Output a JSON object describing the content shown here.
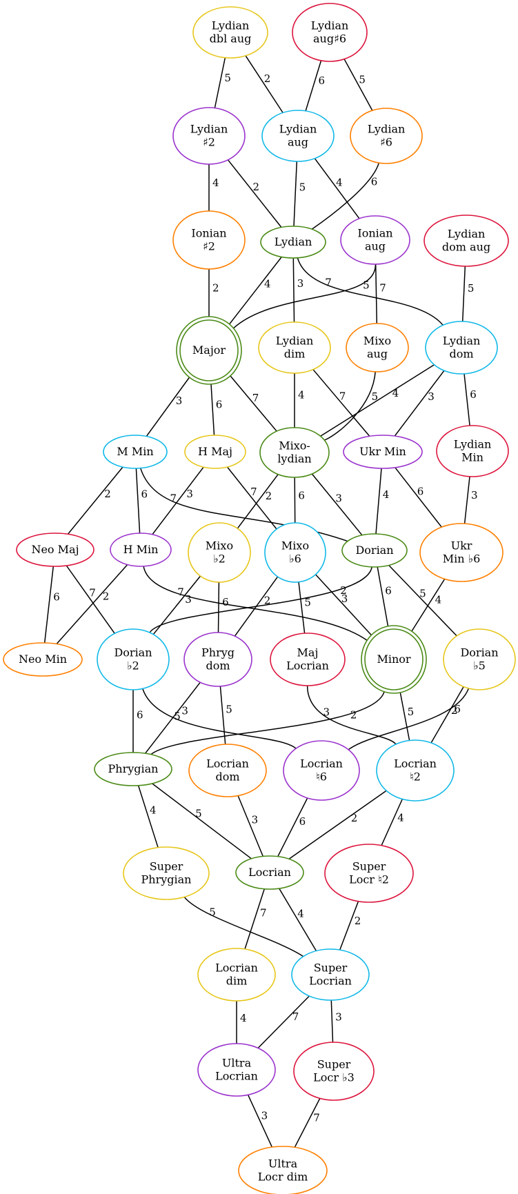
{
  "colors": {
    "red": "#dc143c",
    "orange": "#ff7f00",
    "yellow": "#e6c619",
    "green": "#4a8a16",
    "cyan": "#10b8e8",
    "purple": "#9a32cd"
  },
  "nodes": [
    {
      "id": "lydian_dbl_aug",
      "lines": [
        "Lydian",
        "dbl aug"
      ],
      "color": "yellow"
    },
    {
      "id": "lydian_aug_s6",
      "lines": [
        "Lydian",
        "aug♯6"
      ],
      "color": "red"
    },
    {
      "id": "lydian_s2",
      "lines": [
        "Lydian",
        "♯2"
      ],
      "color": "purple"
    },
    {
      "id": "lydian_aug",
      "lines": [
        "Lydian",
        "aug"
      ],
      "color": "cyan"
    },
    {
      "id": "lydian_s6",
      "lines": [
        "Lydian",
        "♯6"
      ],
      "color": "orange"
    },
    {
      "id": "ionian_s2",
      "lines": [
        "Ionian",
        "♯2"
      ],
      "color": "orange"
    },
    {
      "id": "lydian",
      "lines": [
        "Lydian"
      ],
      "color": "green"
    },
    {
      "id": "ionian_aug",
      "lines": [
        "Ionian",
        "aug"
      ],
      "color": "purple"
    },
    {
      "id": "lydian_dom_aug",
      "lines": [
        "Lydian",
        "dom aug"
      ],
      "color": "red"
    },
    {
      "id": "major",
      "lines": [
        "Major"
      ],
      "color": "green",
      "double": true
    },
    {
      "id": "lydian_dim",
      "lines": [
        "Lydian",
        "dim"
      ],
      "color": "yellow"
    },
    {
      "id": "mixo_aug",
      "lines": [
        "Mixo",
        "aug"
      ],
      "color": "orange"
    },
    {
      "id": "lydian_dom",
      "lines": [
        "Lydian",
        "dom"
      ],
      "color": "cyan"
    },
    {
      "id": "m_min",
      "lines": [
        "M Min"
      ],
      "color": "cyan"
    },
    {
      "id": "h_maj",
      "lines": [
        "H Maj"
      ],
      "color": "yellow"
    },
    {
      "id": "mixolydian",
      "lines": [
        "Mixo-",
        "lydian"
      ],
      "color": "green"
    },
    {
      "id": "ukr_min",
      "lines": [
        "Ukr Min"
      ],
      "color": "purple"
    },
    {
      "id": "lydian_min",
      "lines": [
        "Lydian",
        "Min"
      ],
      "color": "red"
    },
    {
      "id": "neo_maj",
      "lines": [
        "Neo Maj"
      ],
      "color": "red"
    },
    {
      "id": "h_min",
      "lines": [
        "H Min"
      ],
      "color": "purple"
    },
    {
      "id": "mixo_b2",
      "lines": [
        "Mixo",
        "♭2"
      ],
      "color": "yellow"
    },
    {
      "id": "mixo_b6",
      "lines": [
        "Mixo",
        "♭6"
      ],
      "color": "cyan"
    },
    {
      "id": "dorian",
      "lines": [
        "Dorian"
      ],
      "color": "green"
    },
    {
      "id": "ukr_min_b6",
      "lines": [
        "Ukr",
        "Min ♭6"
      ],
      "color": "orange"
    },
    {
      "id": "neo_min",
      "lines": [
        "Neo Min"
      ],
      "color": "orange"
    },
    {
      "id": "dorian_b2",
      "lines": [
        "Dorian",
        "♭2"
      ],
      "color": "cyan"
    },
    {
      "id": "phryg_dom",
      "lines": [
        "Phryg",
        "dom"
      ],
      "color": "purple"
    },
    {
      "id": "maj_locrian",
      "lines": [
        "Maj",
        "Locrian"
      ],
      "color": "red"
    },
    {
      "id": "minor",
      "lines": [
        "Minor"
      ],
      "color": "green",
      "double": true
    },
    {
      "id": "dorian_b5",
      "lines": [
        "Dorian",
        "♭5"
      ],
      "color": "yellow"
    },
    {
      "id": "phrygian",
      "lines": [
        "Phrygian"
      ],
      "color": "green"
    },
    {
      "id": "locrian_dom",
      "lines": [
        "Locrian",
        "dom"
      ],
      "color": "orange"
    },
    {
      "id": "locrian_n6",
      "lines": [
        "Locrian",
        "♮6"
      ],
      "color": "purple"
    },
    {
      "id": "locrian_n2",
      "lines": [
        "Locrian",
        "♮2"
      ],
      "color": "cyan"
    },
    {
      "id": "super_phrygian",
      "lines": [
        "Super",
        "Phrygian"
      ],
      "color": "yellow"
    },
    {
      "id": "locrian",
      "lines": [
        "Locrian"
      ],
      "color": "green"
    },
    {
      "id": "super_locr_n2",
      "lines": [
        "Super",
        "Locr ♮2"
      ],
      "color": "red"
    },
    {
      "id": "locrian_dim",
      "lines": [
        "Locrian",
        "dim"
      ],
      "color": "yellow"
    },
    {
      "id": "super_locrian",
      "lines": [
        "Super",
        "Locrian"
      ],
      "color": "cyan"
    },
    {
      "id": "ultra_locrian",
      "lines": [
        "Ultra",
        "Locrian"
      ],
      "color": "purple"
    },
    {
      "id": "super_locr_b3",
      "lines": [
        "Super",
        "Locr ♭3"
      ],
      "color": "red"
    },
    {
      "id": "ultra_locr_dim",
      "lines": [
        "Ultra",
        "Locr dim"
      ],
      "color": "orange"
    }
  ],
  "edges": [
    {
      "from": "lydian_dbl_aug",
      "to": "lydian_s2",
      "label": "5"
    },
    {
      "from": "lydian_dbl_aug",
      "to": "lydian_aug",
      "label": "2"
    },
    {
      "from": "lydian_aug_s6",
      "to": "lydian_aug",
      "label": "6"
    },
    {
      "from": "lydian_aug_s6",
      "to": "lydian_s6",
      "label": "5"
    },
    {
      "from": "lydian_s2",
      "to": "ionian_s2",
      "label": "4"
    },
    {
      "from": "lydian_s2",
      "to": "lydian",
      "label": "2"
    },
    {
      "from": "lydian_aug",
      "to": "lydian",
      "label": "5"
    },
    {
      "from": "lydian_aug",
      "to": "ionian_aug",
      "label": "4"
    },
    {
      "from": "lydian_s6",
      "to": "lydian",
      "label": "6"
    },
    {
      "from": "ionian_s2",
      "to": "major",
      "label": "2"
    },
    {
      "from": "lydian",
      "to": "major",
      "label": "4"
    },
    {
      "from": "lydian",
      "to": "lydian_dim",
      "label": "3"
    },
    {
      "from": "lydian",
      "to": "lydian_dom",
      "label": "7"
    },
    {
      "from": "ionian_aug",
      "to": "major",
      "label": "5"
    },
    {
      "from": "ionian_aug",
      "to": "mixo_aug",
      "label": "7"
    },
    {
      "from": "lydian_dom_aug",
      "to": "lydian_dom",
      "label": "5"
    },
    {
      "from": "major",
      "to": "m_min",
      "label": "3"
    },
    {
      "from": "major",
      "to": "h_maj",
      "label": "6"
    },
    {
      "from": "major",
      "to": "mixolydian",
      "label": "7"
    },
    {
      "from": "lydian_dim",
      "to": "mixolydian",
      "label": "4"
    },
    {
      "from": "lydian_dim",
      "to": "ukr_min",
      "label": "7"
    },
    {
      "from": "mixo_aug",
      "to": "mixolydian",
      "label": "5"
    },
    {
      "from": "lydian_dom",
      "to": "mixolydian",
      "label": "4"
    },
    {
      "from": "lydian_dom",
      "to": "ukr_min",
      "label": "3"
    },
    {
      "from": "lydian_dom",
      "to": "lydian_min",
      "label": "6"
    },
    {
      "from": "m_min",
      "to": "neo_maj",
      "label": "2"
    },
    {
      "from": "m_min",
      "to": "h_min",
      "label": "6"
    },
    {
      "from": "m_min",
      "to": "dorian",
      "label": "7"
    },
    {
      "from": "h_maj",
      "to": "h_min",
      "label": "3"
    },
    {
      "from": "h_maj",
      "to": "mixo_b6",
      "label": "7"
    },
    {
      "from": "mixolydian",
      "to": "mixo_b2",
      "label": "2"
    },
    {
      "from": "mixolydian",
      "to": "mixo_b6",
      "label": "6"
    },
    {
      "from": "mixolydian",
      "to": "dorian",
      "label": "3"
    },
    {
      "from": "ukr_min",
      "to": "dorian",
      "label": "4"
    },
    {
      "from": "ukr_min",
      "to": "ukr_min_b6",
      "label": "6"
    },
    {
      "from": "lydian_min",
      "to": "ukr_min_b6",
      "label": "3"
    },
    {
      "from": "neo_maj",
      "to": "neo_min",
      "label": "6"
    },
    {
      "from": "neo_maj",
      "to": "dorian_b2",
      "label": "7"
    },
    {
      "from": "h_min",
      "to": "neo_min",
      "label": "2"
    },
    {
      "from": "h_min",
      "to": "minor",
      "label": "7"
    },
    {
      "from": "mixo_b2",
      "to": "dorian_b2",
      "label": "3"
    },
    {
      "from": "mixo_b2",
      "to": "phryg_dom",
      "label": "6"
    },
    {
      "from": "mixo_b6",
      "to": "phryg_dom",
      "label": "2"
    },
    {
      "from": "mixo_b6",
      "to": "maj_locrian",
      "label": "5"
    },
    {
      "from": "mixo_b6",
      "to": "minor",
      "label": "3"
    },
    {
      "from": "dorian",
      "to": "dorian_b2",
      "label": "2"
    },
    {
      "from": "dorian",
      "to": "minor",
      "label": "6"
    },
    {
      "from": "dorian",
      "to": "dorian_b5",
      "label": "5"
    },
    {
      "from": "ukr_min_b6",
      "to": "minor",
      "label": "4"
    },
    {
      "from": "dorian_b2",
      "to": "phrygian",
      "label": "6"
    },
    {
      "from": "dorian_b2",
      "to": "locrian_n6",
      "label": "5"
    },
    {
      "from": "phryg_dom",
      "to": "phrygian",
      "label": "3"
    },
    {
      "from": "phryg_dom",
      "to": "locrian_dom",
      "label": "5"
    },
    {
      "from": "maj_locrian",
      "to": "locrian_n2",
      "label": "3"
    },
    {
      "from": "minor",
      "to": "phrygian",
      "label": "2"
    },
    {
      "from": "minor",
      "to": "locrian_n2",
      "label": "5"
    },
    {
      "from": "dorian_b5",
      "to": "locrian_n6",
      "label": "2"
    },
    {
      "from": "dorian_b5",
      "to": "locrian_n2",
      "label": "6"
    },
    {
      "from": "phrygian",
      "to": "super_phrygian",
      "label": "4"
    },
    {
      "from": "phrygian",
      "to": "locrian",
      "label": "5"
    },
    {
      "from": "locrian_dom",
      "to": "locrian",
      "label": "3"
    },
    {
      "from": "locrian_n6",
      "to": "locrian",
      "label": "6"
    },
    {
      "from": "locrian_n2",
      "to": "locrian",
      "label": "2"
    },
    {
      "from": "locrian_n2",
      "to": "super_locr_n2",
      "label": "4"
    },
    {
      "from": "super_phrygian",
      "to": "super_locrian",
      "label": "5"
    },
    {
      "from": "locrian",
      "to": "locrian_dim",
      "label": "7"
    },
    {
      "from": "locrian",
      "to": "super_locrian",
      "label": "4"
    },
    {
      "from": "super_locr_n2",
      "to": "super_locrian",
      "label": "2"
    },
    {
      "from": "locrian_dim",
      "to": "ultra_locrian",
      "label": "4"
    },
    {
      "from": "super_locrian",
      "to": "ultra_locrian",
      "label": "7"
    },
    {
      "from": "super_locrian",
      "to": "super_locr_b3",
      "label": "3"
    },
    {
      "from": "ultra_locrian",
      "to": "ultra_locr_dim",
      "label": "3"
    },
    {
      "from": "super_locr_b3",
      "to": "ultra_locr_dim",
      "label": "7"
    }
  ]
}
